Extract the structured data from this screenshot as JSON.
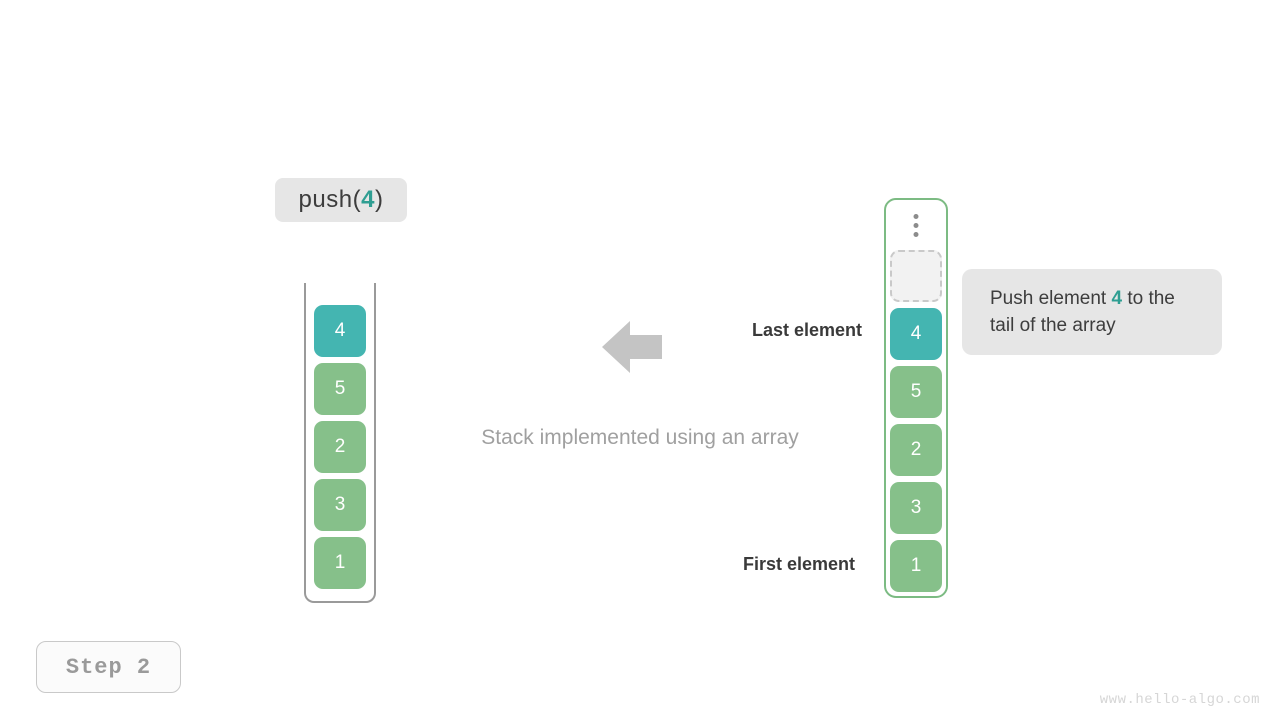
{
  "operation": {
    "prefix": "push(",
    "value": "4",
    "suffix": ")"
  },
  "stack": {
    "caption": "Stack implemented using an array",
    "cells": [
      {
        "value": "4",
        "color": "teal"
      },
      {
        "value": "5",
        "color": "green"
      },
      {
        "value": "2",
        "color": "green"
      },
      {
        "value": "3",
        "color": "green"
      },
      {
        "value": "1",
        "color": "green"
      }
    ]
  },
  "annotations": {
    "last_element": "Last element",
    "first_element": "First element",
    "arrow_direction": "left",
    "arrow_color": "#c4c4c4"
  },
  "array": {
    "ellipsis": "vertical-dots",
    "empty_slot": "",
    "cells": [
      {
        "value": "4",
        "color": "teal"
      },
      {
        "value": "5",
        "color": "green"
      },
      {
        "value": "2",
        "color": "green"
      },
      {
        "value": "3",
        "color": "green"
      },
      {
        "value": "1",
        "color": "green"
      }
    ]
  },
  "tooltip": {
    "text_before": "Push element ",
    "value": "4",
    "text_after": " to the tail of the array"
  },
  "step": {
    "label": "Step 2"
  },
  "watermark": {
    "text": "www.hello-algo.com"
  },
  "colors": {
    "teal": "#44b5b1",
    "green": "#86c08a",
    "accent_text": "#2f9e92",
    "panel_bg": "#e6e6e6",
    "array_border": "#7cbb83",
    "stack_border": "#9a9a9a"
  }
}
